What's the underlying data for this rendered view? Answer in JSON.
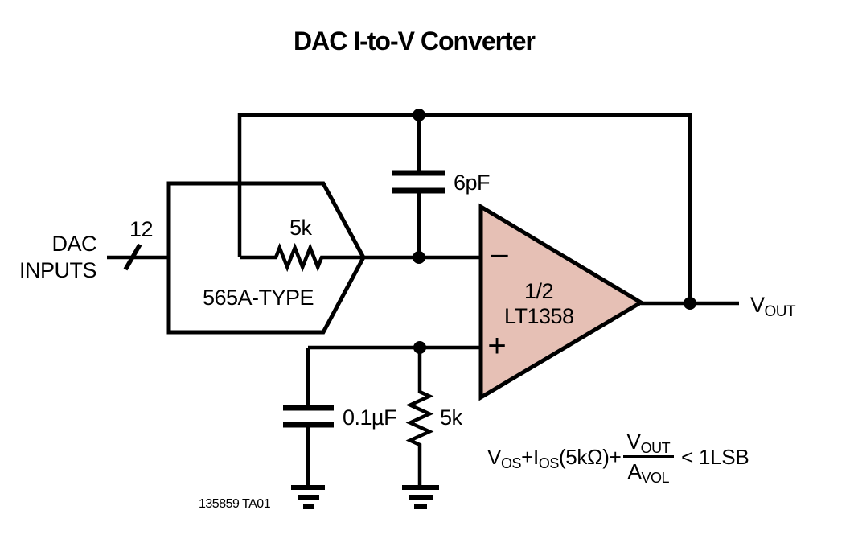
{
  "title": "DAC I-to-V Converter",
  "labels": {
    "dac_line1": "DAC",
    "dac_line2": "INPUTS",
    "bus_width": "12",
    "feedback_resistor": "5k",
    "dac_block": "565A-TYPE",
    "feedback_cap": "6pF",
    "opamp_half": "1/2",
    "opamp_part": "LT1358",
    "opamp_minus": "−",
    "opamp_plus": "+",
    "vout_main": "V",
    "vout_sub": "OUT",
    "bypass_cap": "0.1µF",
    "input_resistor": "5k",
    "part_code": "135859 TA01"
  },
  "formula": {
    "term1_main": "V",
    "term1_sub": "OS",
    "plus1": "+",
    "term2_main": "I",
    "term2_sub": "OS",
    "term2_factor": "(5kΩ)",
    "plus2": "+",
    "frac_num_main": "V",
    "frac_num_sub": "OUT",
    "frac_den_main": "A",
    "frac_den_sub": "VOL",
    "comparator": "<",
    "limit": "1LSB"
  },
  "colors": {
    "line": "#000000",
    "opamp_fill": "#e6c0b5",
    "background": "#ffffff"
  }
}
